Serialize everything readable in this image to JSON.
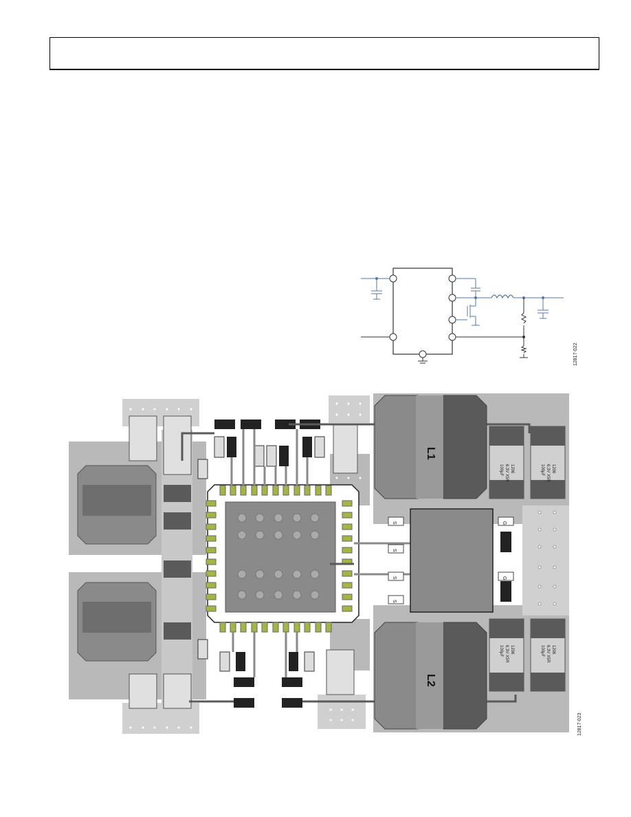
{
  "figures": {
    "schematic_id": "12817-022",
    "layout_id": "12817-023"
  },
  "layout": {
    "inductor_top_label": "L1",
    "inductor_bottom_label": "L2",
    "cap_label_line1": "100µF",
    "cap_label_line2": "6.3V X5R",
    "cap_label_line3": "1206",
    "mosfet_pin_labels": [
      "S",
      "S",
      "S",
      "S",
      "G",
      "G"
    ]
  },
  "colors": {
    "pcb_dark": "#5a5a5a",
    "pcb_mid": "#8a8a8a",
    "pcb_light": "#b9b9b9",
    "pcb_lighter": "#d0d0d0",
    "via_green": "#a5b445",
    "wire_blue": "#5577aa"
  }
}
